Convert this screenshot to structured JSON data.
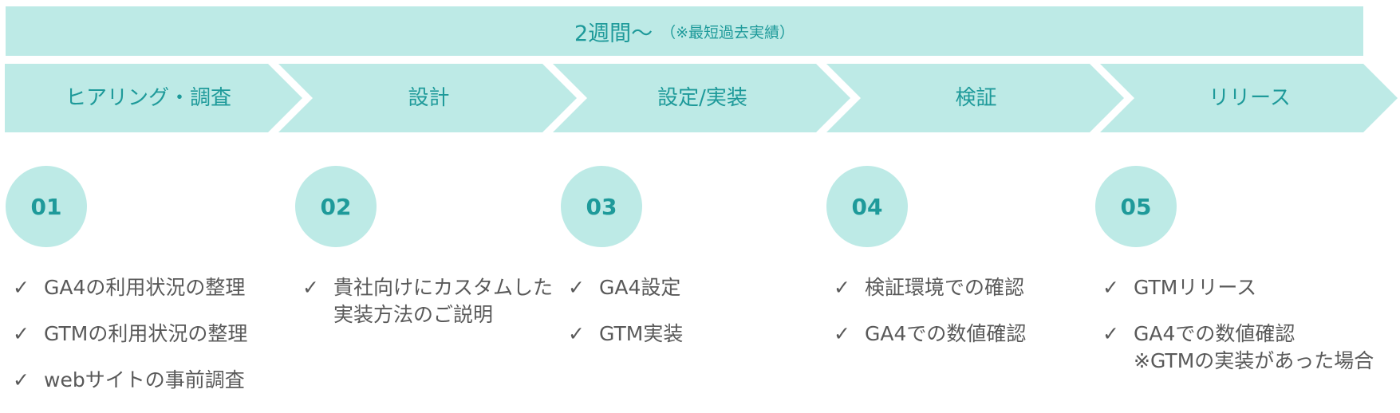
{
  "banner": {
    "main": "2週間〜",
    "note": "（※最短過去実績）"
  },
  "colors": {
    "accent_fill": "#bdeae6",
    "accent_text": "#1e9a9a",
    "body_text": "#595959"
  },
  "icons": {
    "check": "checkmark-icon"
  },
  "check_glyph": "✓",
  "steps": [
    {
      "label": "ヒアリング・調査",
      "number": "01",
      "items": [
        "GA4の利用状況の整理",
        "GTMの利用状況の整理",
        "webサイトの事前調査"
      ]
    },
    {
      "label": "設計",
      "number": "02",
      "items": [
        "貴社向けにカスタムした\n実装方法のご説明"
      ]
    },
    {
      "label": "設定/実装",
      "number": "03",
      "items": [
        "GA4設定",
        "GTM実装"
      ]
    },
    {
      "label": "検証",
      "number": "04",
      "items": [
        "検証環境での確認",
        "GA4での数値確認"
      ]
    },
    {
      "label": "リリース",
      "number": "05",
      "items": [
        "GTMリリース",
        "GA4での数値確認\n※GTMの実装があった場合"
      ]
    }
  ]
}
